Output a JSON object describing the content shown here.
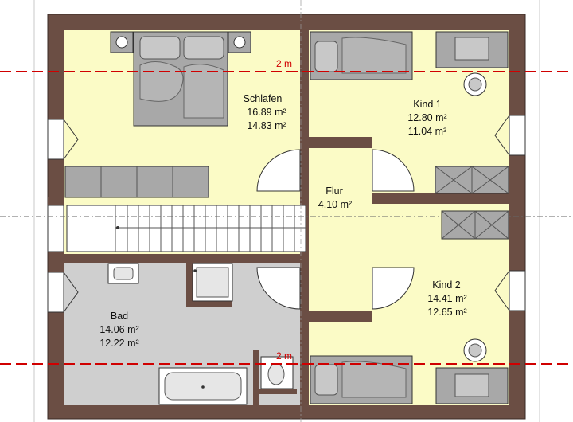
{
  "colors": {
    "wall": "#6b4e44",
    "wall_stroke": "#3a2a24",
    "room_fill": "#fbfbc6",
    "bath_fill": "#cfcfcf",
    "furniture_fill": "#a8a8a8",
    "dim_line": "#d00000"
  },
  "rooms": {
    "schlafen": {
      "name": "Schlafen",
      "area_total": "16.89 m²",
      "area_net": "14.83 m²"
    },
    "kind1": {
      "name": "Kind 1",
      "area_total": "12.80 m²",
      "area_net": "11.04 m²"
    },
    "flur": {
      "name": "Flur",
      "area_total": "4.10 m²"
    },
    "kind2": {
      "name": "Kind 2",
      "area_total": "14.41 m²",
      "area_net": "12.65 m²"
    },
    "bad": {
      "name": "Bad",
      "area_total": "14.06 m²",
      "area_net": "12.22 m²"
    }
  },
  "dimension_lines": {
    "top_label": "2 m",
    "bottom_label": "2 m"
  }
}
